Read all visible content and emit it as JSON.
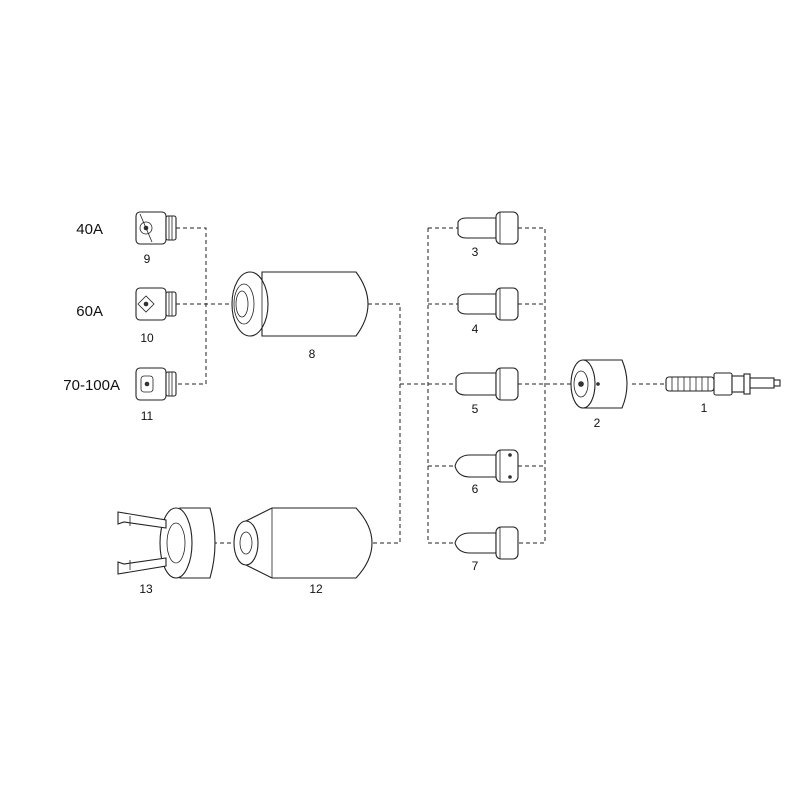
{
  "current_labels": {
    "a40": "40A",
    "a60": "60A",
    "a70_100": "70-100A"
  },
  "part_numbers": {
    "p1": "1",
    "p2": "2",
    "p3": "3",
    "p4": "4",
    "p5": "5",
    "p6": "6",
    "p7": "7",
    "p8": "8",
    "p9": "9",
    "p10": "10",
    "p11": "11",
    "p12": "12",
    "p13": "13"
  }
}
